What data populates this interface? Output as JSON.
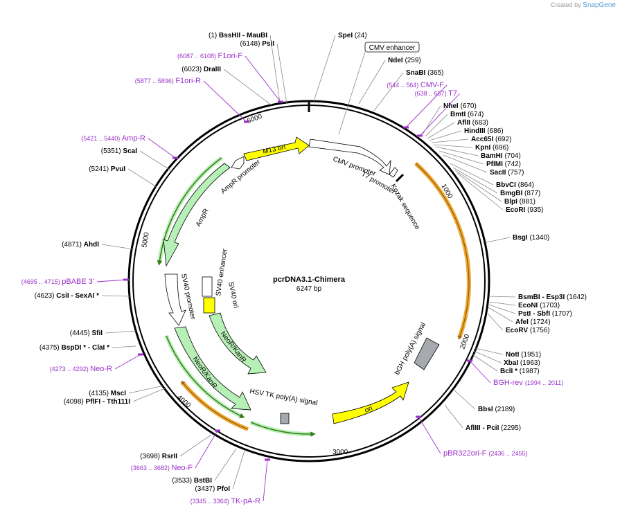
{
  "credit": {
    "prefix": "Created by",
    "brand": "SnapGene"
  },
  "plasmid": {
    "name": "pcrDNA3.1-Chimera",
    "length_label": "6247 bp",
    "length": 6247
  },
  "colors": {
    "enzyme": "#000000",
    "primer": "#9b30c9",
    "gene": "#b6f0b6",
    "ori": "#ffff00",
    "promoter": "#ffffff",
    "polyA": "#a6a9ad",
    "primer_bind": "#f0a830",
    "outline": "#000000"
  },
  "ruler_ticks": [
    "1000",
    "2000",
    "3000",
    "4000",
    "5000",
    "6000"
  ],
  "feature_labels": {
    "m13": "M13 ori",
    "cmv_promoter": "CMV promoter",
    "t7_promoter": "T7 promoter",
    "kozak": "Kozak sequence",
    "ampr_promoter": "AmpR promoter",
    "ampr": "AmpR",
    "sv40_enh": "SV40 enhancer",
    "sv40_ori": "SV40 ori",
    "sv40_prom": "SV40 promoter",
    "neo1": "NeoR/KanR",
    "neo2": "NeoR/KanR",
    "hsv": "HSV TK poly(A) signal",
    "ori": "ori",
    "bgh": "bGH poly(A) signal"
  },
  "enzymes": [
    {
      "pos": "(1)",
      "name": "BssHII",
      "extra": "-  MauBI",
      "num": ""
    },
    {
      "pos": "(6148)",
      "name": "PsiI",
      "extra": "",
      "num": ""
    },
    {
      "pos": "(6023)",
      "name": "DraIII",
      "extra": "",
      "num": ""
    },
    {
      "pos": "(5351)",
      "name": "ScaI",
      "extra": "",
      "num": ""
    },
    {
      "pos": "(5241)",
      "name": "PvuI",
      "extra": "",
      "num": ""
    },
    {
      "pos": "(4871)",
      "name": "AhdI",
      "extra": "",
      "num": ""
    },
    {
      "pos": "(4623)",
      "name": "CsiI",
      "extra": "-  SexAI *",
      "num": ""
    },
    {
      "pos": "(4445)",
      "name": "SfiI",
      "extra": "",
      "num": ""
    },
    {
      "pos": "(4375)",
      "name": "BspDI *",
      "extra": "-  ClaI *",
      "num": ""
    },
    {
      "pos": "(4135)",
      "name": "MscI",
      "extra": "",
      "num": ""
    },
    {
      "pos": "(4098)",
      "name": "PflFI",
      "extra": "-  Tth111I",
      "num": ""
    },
    {
      "pos": "(3698)",
      "name": "RsrII",
      "extra": "",
      "num": ""
    },
    {
      "pos": "(3533)",
      "name": "BstBI",
      "extra": "",
      "num": ""
    },
    {
      "pos": "(3437)",
      "name": "PfoI",
      "extra": "",
      "num": ""
    },
    {
      "pos": "",
      "name": "SpeI",
      "extra": "",
      "num": "(24)"
    },
    {
      "pos": "",
      "name": "NdeI",
      "extra": "",
      "num": "(259)"
    },
    {
      "pos": "",
      "name": "SnaBI",
      "extra": "",
      "num": "(365)"
    },
    {
      "pos": "",
      "name": "NheI",
      "extra": "",
      "num": "(670)"
    },
    {
      "pos": "",
      "name": "BmtI",
      "extra": "",
      "num": "(674)"
    },
    {
      "pos": "",
      "name": "AflII",
      "extra": "",
      "num": "(683)"
    },
    {
      "pos": "",
      "name": "HindIII",
      "extra": "",
      "num": "(686)"
    },
    {
      "pos": "",
      "name": "Acc65I",
      "extra": "",
      "num": "(692)"
    },
    {
      "pos": "",
      "name": "KpnI",
      "extra": "",
      "num": "(696)"
    },
    {
      "pos": "",
      "name": "BamHI",
      "extra": "",
      "num": "(704)"
    },
    {
      "pos": "",
      "name": "PflMI",
      "extra": "",
      "num": "(742)"
    },
    {
      "pos": "",
      "name": "SacII",
      "extra": "",
      "num": "(757)"
    },
    {
      "pos": "",
      "name": "BbvCI",
      "extra": "",
      "num": "(864)"
    },
    {
      "pos": "",
      "name": "BmgBI",
      "extra": "",
      "num": "(877)"
    },
    {
      "pos": "",
      "name": "BlpI",
      "extra": "",
      "num": "(881)"
    },
    {
      "pos": "",
      "name": "EcoRI",
      "extra": "",
      "num": "(935)"
    },
    {
      "pos": "",
      "name": "BsgI",
      "extra": "",
      "num": "(1340)"
    },
    {
      "pos": "",
      "name": "BsmBI",
      "extra": "-  Esp3I",
      "num": "(1642)"
    },
    {
      "pos": "",
      "name": "EcoNI",
      "extra": "",
      "num": "(1703)"
    },
    {
      "pos": "",
      "name": "PstI",
      "extra": "-  SbfI",
      "num": "(1707)"
    },
    {
      "pos": "",
      "name": "AfeI",
      "extra": "",
      "num": "(1724)"
    },
    {
      "pos": "",
      "name": "EcoRV",
      "extra": "",
      "num": "(1756)"
    },
    {
      "pos": "",
      "name": "NotI",
      "extra": "",
      "num": "(1951)"
    },
    {
      "pos": "",
      "name": "XbaI",
      "extra": "",
      "num": "(1963)"
    },
    {
      "pos": "",
      "name": "BclI *",
      "extra": "",
      "num": "(1987)"
    },
    {
      "pos": "",
      "name": "BbsI",
      "extra": "",
      "num": "(2189)"
    },
    {
      "pos": "",
      "name": "AflIII",
      "extra": "-  PciI",
      "num": "(2295)"
    }
  ],
  "primers": [
    {
      "range": "(6087 .. 6108)",
      "name": "F1ori-F"
    },
    {
      "range": "(5877 .. 5896)",
      "name": "F1ori-R"
    },
    {
      "range": "(5421 .. 5440)",
      "name": "Amp-R"
    },
    {
      "range": "(4695 .. 4715)",
      "name": "pBABE 3'"
    },
    {
      "range": "(4273 .. 4292)",
      "name": "Neo-R"
    },
    {
      "range": "(3663 .. 3682)",
      "name": "Neo-F"
    },
    {
      "range": "(3345 .. 3364)",
      "name": "TK-pA-R"
    },
    {
      "range": "(544 .. 564)",
      "name": "CMV-F"
    },
    {
      "range": "(638 .. 657)",
      "name": "T7"
    },
    {
      "range": "(1994 .. 2011)",
      "name": "BGH-rev"
    },
    {
      "range": "(2436 .. 2455)",
      "name": "pBR322ori-F"
    }
  ],
  "boxed_label": "CMV enhancer"
}
